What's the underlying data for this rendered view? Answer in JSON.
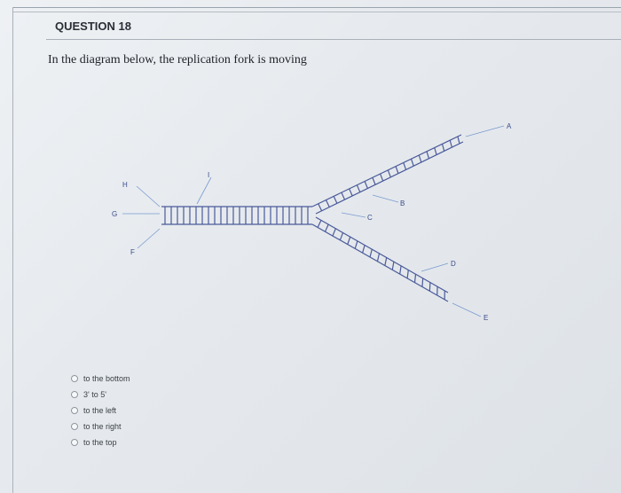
{
  "question": {
    "header": "QUESTION 18",
    "text": "In the diagram below, the replication fork is moving"
  },
  "diagram": {
    "labels": {
      "a": "A",
      "b": "B",
      "c": "C",
      "d": "D",
      "e": "E",
      "f": "F",
      "g": "G",
      "h": "H",
      "i": "I"
    },
    "line_color": "#4a5a9a",
    "pointer_color": "#7a9ad0"
  },
  "options": [
    {
      "label": "to the bottom"
    },
    {
      "label": "3' to 5'"
    },
    {
      "label": "to the left"
    },
    {
      "label": "to the right"
    },
    {
      "label": "to the top"
    }
  ]
}
